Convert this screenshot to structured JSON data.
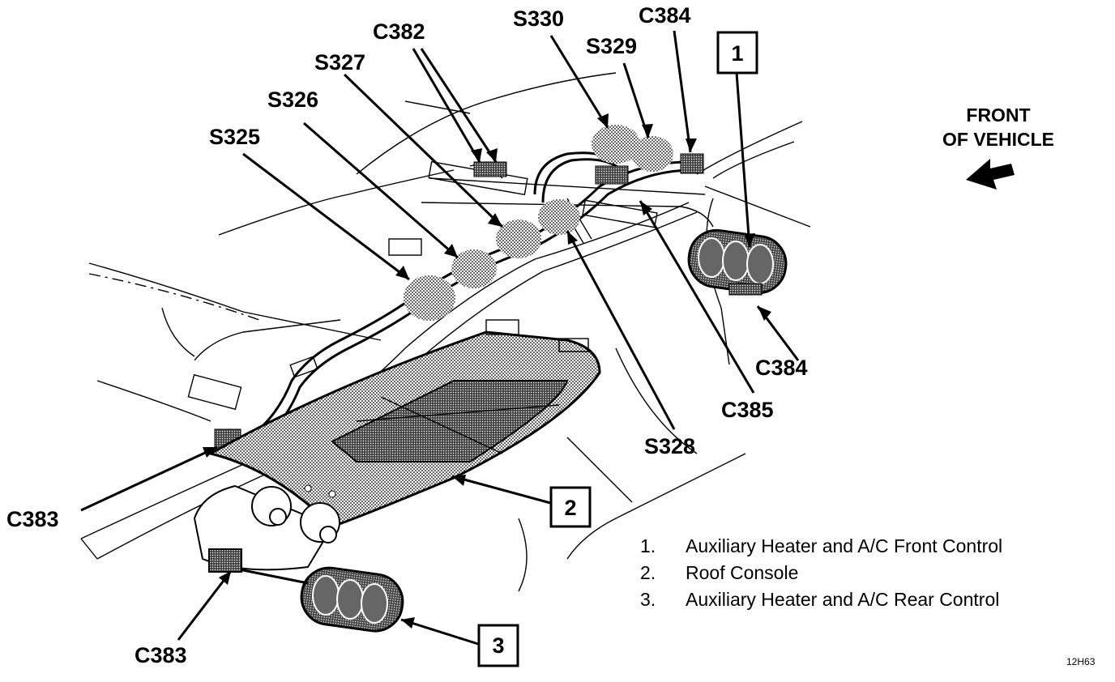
{
  "callouts": {
    "s325": "S325",
    "s326": "S326",
    "s327": "S327",
    "c382": "C382",
    "s330": "S330",
    "s329": "S329",
    "c384_top": "C384",
    "c384_right": "C384",
    "c385": "C385",
    "s328": "S328",
    "c383_left": "C383",
    "c383_bottom": "C383"
  },
  "front_of_vehicle": {
    "line1": "FRONT",
    "line2": "OF VEHICLE"
  },
  "index_boxes": [
    "1",
    "2",
    "3"
  ],
  "legend": [
    {
      "number": "1.",
      "text": "Auxiliary Heater and A/C Front Control"
    },
    {
      "number": "2.",
      "text": "Roof Console"
    },
    {
      "number": "3.",
      "text": "Auxiliary Heater and A/C Rear Control"
    }
  ],
  "figure_code": "12H63"
}
